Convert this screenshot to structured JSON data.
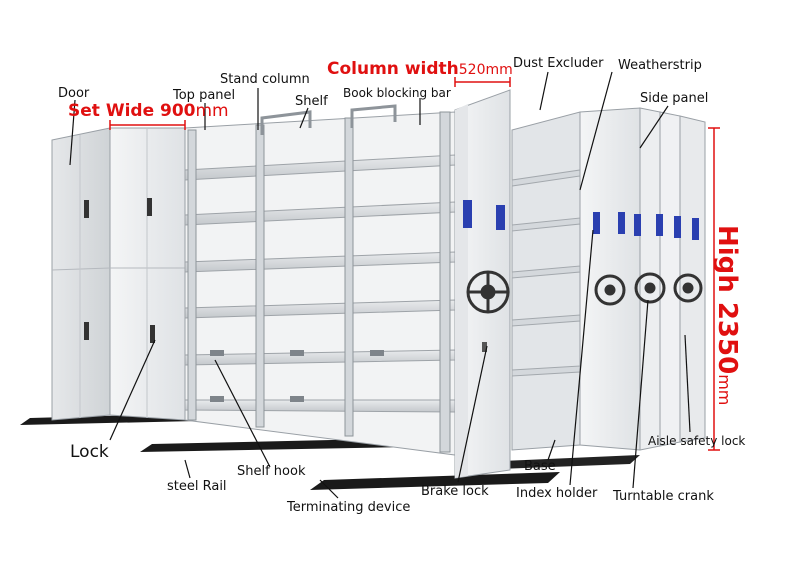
{
  "labels": {
    "door": "Door",
    "set_wide": "Set Wide 900",
    "set_wide_unit": "mm",
    "top_panel": "Top panel",
    "stand_column": "Stand column",
    "shelf": "Shelf",
    "column_width": "Column width",
    "column_width_value": "520mm",
    "book_blocking_bar": "Book blocking bar",
    "dust_excluder": "Dust Excluder",
    "weatherstrip": "Weatherstrip",
    "side_panel": "Side panel",
    "high": "High 2350",
    "high_unit": "mm",
    "lock": "Lock",
    "steel_rail": "steel Rail",
    "shelf_hook": "Shelf hook",
    "terminating_device": "Terminating device",
    "brake_lock": "Brake lock",
    "base": "Base",
    "index_holder": "Index holder",
    "turntable_crank": "Turntable crank",
    "aisle_safety_lock": "Aisle safety lock"
  },
  "colors": {
    "dimension_text": "#e01010",
    "cabinet_light": "#eef0f2",
    "cabinet_mid": "#d9dcdf",
    "cabinet_dark": "#b9bdc2",
    "rail": "#1a1a1a",
    "index_holder_blue": "#2a3fb0"
  }
}
